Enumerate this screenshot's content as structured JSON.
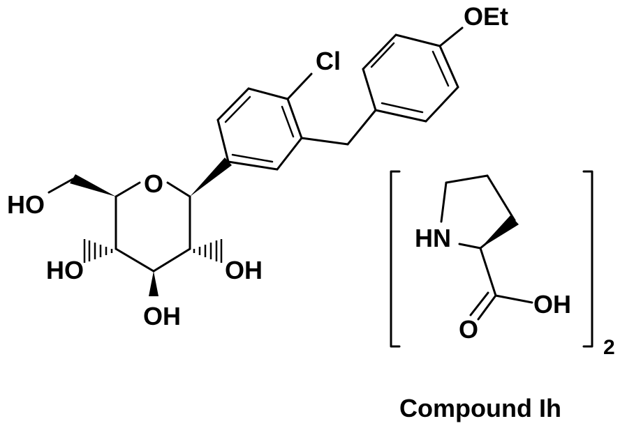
{
  "labels": {
    "oet": "OEt",
    "cl": "Cl",
    "ring_oxygen": "O",
    "ho_c6": "HO",
    "ho_c4": "HO",
    "oh_c2": "OH",
    "oh_c3": "OH",
    "hn": "HN",
    "carbonyl_o": "O",
    "acid_oh": "OH",
    "stoichiometry": "2"
  },
  "caption": "Compound Ih",
  "colors": {
    "ink": "#000000",
    "background": "#ffffff"
  }
}
